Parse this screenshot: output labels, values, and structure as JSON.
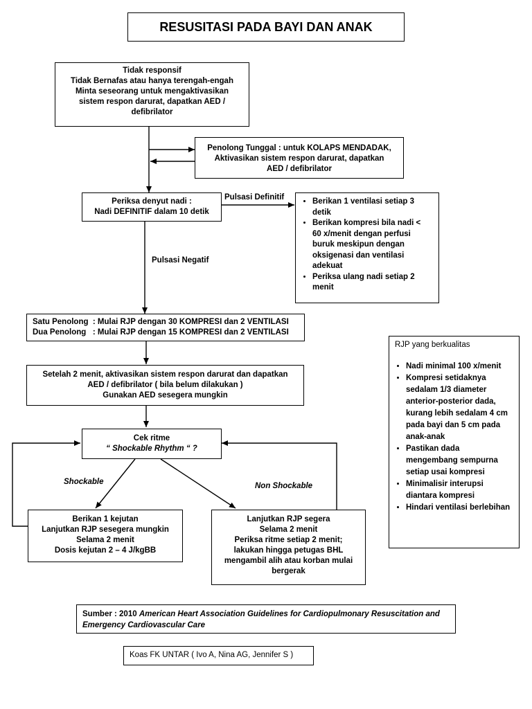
{
  "title": "RESUSITASI PADA BAYI DAN ANAK",
  "start": [
    "Tidak responsif",
    "Tidak Bernafas atau hanya terengah-engah",
    "Minta seseorang untuk mengaktivasikan",
    "sistem respon darurat, dapatkan AED /",
    "defibrilator"
  ],
  "lone_rescuer": [
    "Penolong Tunggal : untuk KOLAPS MENDADAK,",
    "Aktivasikan sistem respon darurat, dapatkan",
    "AED / defibrilator"
  ],
  "pulse_check": [
    "Periksa denyut nadi :",
    "Nadi DEFINITIF dalam 10 detik"
  ],
  "label_definite": "Pulsasi Definitif",
  "label_negative": "Pulsasi  Negatif",
  "definite_actions": [
    "Berikan 1 ventilasi setiap 3 detik",
    "Berikan kompresi bila nadi < 60 x/menit dengan perfusi buruk meskipun dengan oksigenasi dan ventilasi adekuat",
    "Periksa ulang nadi setiap 2 menit"
  ],
  "cpr_start": [
    "Satu Penolong  : Mulai RJP dengan 30 KOMPRESI dan 2 VENTILASI",
    "Dua Penolong   : Mulai RJP dengan 15 KOMPRESI dan 2 VENTILASI"
  ],
  "after_2min": [
    "Setelah 2 menit, aktivasikan sistem respon darurat dan dapatkan",
    "AED / defibrilator ( bila belum dilakukan )",
    "Gunakan AED sesegera mungkin"
  ],
  "rhythm": {
    "line1": "Cek ritme",
    "line2": "“ Shockable Rhythm “ ?"
  },
  "label_shockable": "Shockable",
  "label_non_shockable": "Non Shockable",
  "shock": [
    "Berikan 1 kejutan",
    "Lanjutkan RJP sesegera mungkin",
    "Selama 2 menit",
    "Dosis kejutan 2 – 4 J/kgBB"
  ],
  "continue": [
    "Lanjutkan RJP segera",
    "Selama 2 menit",
    "Periksa ritme setiap 2 menit;",
    "lakukan hingga petugas BHL",
    "mengambil alih atau korban mulai",
    "bergerak"
  ],
  "quality": {
    "title": "RJP yang berkualitas",
    "items": [
      "Nadi minimal 100 x/menit",
      "Kompresi setidaknya sedalam 1/3 diameter anterior-posterior dada, kurang lebih sedalam 4 cm pada bayi dan 5 cm pada anak-anak",
      "Pastikan dada mengembang sempurna setiap usai kompresi",
      "Minimalisir interupsi diantara kompresi",
      "Hindari ventilasi berlebihan"
    ]
  },
  "source": {
    "prefix": "Sumber : 2010 ",
    "italic": "American Heart Association Guidelines for Cardiopulmonary Resuscitation and Emergency Cardiovascular Care"
  },
  "credits": "Koas FK UNTAR ( Ivo A, Nina AG, Jennifer S )"
}
